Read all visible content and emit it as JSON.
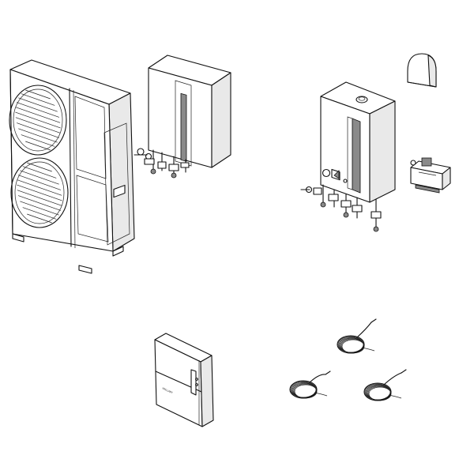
{
  "title": "",
  "colors": {
    "line": "#111111",
    "background": "#ffffff",
    "shade": "#e9e9e9",
    "dark": "#8a8a8a"
  },
  "components": [
    {
      "name": "outdoor-heat-pump-unit",
      "icon": "heat-pump-outdoor-unit-icon"
    },
    {
      "name": "hydraulic-module",
      "icon": "hydraulic-module-icon"
    },
    {
      "name": "wall-boiler",
      "icon": "wall-boiler-icon"
    },
    {
      "name": "outdoor-sensor",
      "icon": "outdoor-sensor-icon"
    },
    {
      "name": "relay-box",
      "icon": "relay-box-icon"
    },
    {
      "name": "room-controller",
      "icon": "room-controller-icon"
    },
    {
      "name": "temperature-sensor-cable",
      "icon": "sensor-cable-coil-icon",
      "count": 3
    }
  ]
}
